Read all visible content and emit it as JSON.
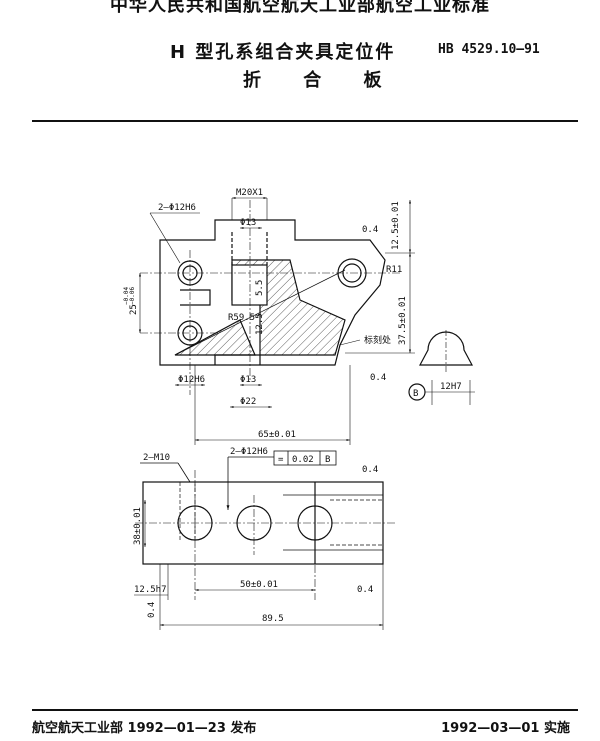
{
  "header": {
    "org": "中华人民共和国航空航天工业部航空工业标准",
    "title": "H 型孔系组合夹具定位件",
    "subtitle": "折 合 板",
    "standard_code": "HB 4529.10—91"
  },
  "footer": {
    "issued": "航空航天工业部 1992—01—23 发布",
    "effective": "1992—03—01 实施"
  },
  "drawing": {
    "front_view": {
      "hole_note": "2—Φ12H6",
      "thread_top": "M20X1",
      "dia_13_top": "Φ13",
      "rough_04_top": "0.4",
      "dim_125_tol": "12.5±0.01",
      "angle_r11": "R11",
      "dim_375_tol": "37.5±0.01",
      "mark_label": "标刻处",
      "rough_04_bottom": "0.4",
      "dim_25_vert": "25",
      "dim_25_tol_up": "−0.04",
      "dim_25_tol_low": "−0.06",
      "dim_55": "5.5",
      "dim_125_small": "12.5",
      "dim_r59": "R59.5°",
      "dia_12h6_bottom": "Φ12H6",
      "dia_13_bottom": "Φ13",
      "dia_22": "Φ22",
      "dim_65": "65±0.01"
    },
    "detail_b": {
      "label": "B",
      "tol": "12H7"
    },
    "top_view": {
      "thread_note": "2—M10",
      "hole_note": "2—Φ12H6",
      "fcf_symbol": "=",
      "fcf_value": "0.02",
      "fcf_datum": "B",
      "rough_04_top": "0.4",
      "dim_38": "38±0.01",
      "dim_125h7": "12.5h7",
      "dim_50": "50±0.01",
      "rough_04_right": "0.4",
      "rough_04_left": "0.4",
      "dim_895": "89.5"
    }
  }
}
